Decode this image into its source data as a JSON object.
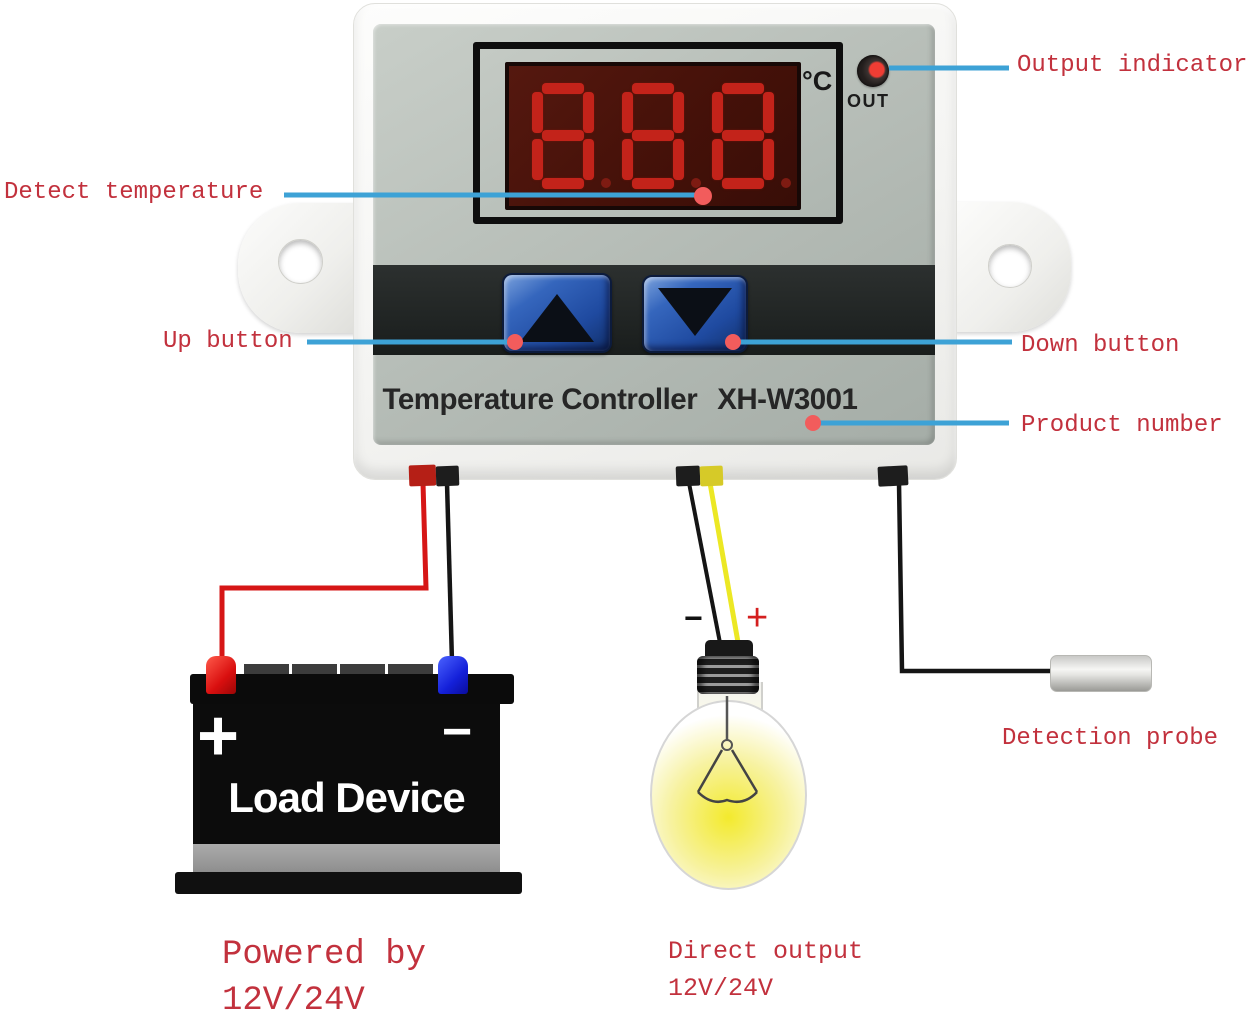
{
  "device": {
    "title": "Temperature Controller",
    "model": "XH-W3001",
    "display": {
      "value": "888",
      "unit": "°C",
      "out_label": "OUT"
    }
  },
  "annotations": {
    "output_indicator": "Output indicator",
    "detect_temperature": "Detect temperature",
    "up_button": "Up button",
    "down_button": "Down button",
    "product_number": "Product number",
    "detection_probe": "Detection probe",
    "powered_by_line1": "Powered by",
    "powered_by_line2": "12V/24V",
    "direct_output_line1": "Direct output",
    "direct_output_line2": "12V/24V"
  },
  "load_device": {
    "label": "Load Device",
    "plus": "+",
    "minus": "−"
  },
  "bulb": {
    "minus": "−",
    "plus": "+"
  },
  "colors": {
    "label_red": "#c2313d",
    "leader_blue": "#3da2d6",
    "dot_red": "#f25c5c",
    "digit_red": "#c3231a",
    "display_bg": "#451109",
    "button_blue": "#1f4aa0",
    "wire_red": "#d61616",
    "wire_yellow": "#ece824",
    "wire_black": "#151515",
    "panel_sage": "#b4bbb5"
  }
}
